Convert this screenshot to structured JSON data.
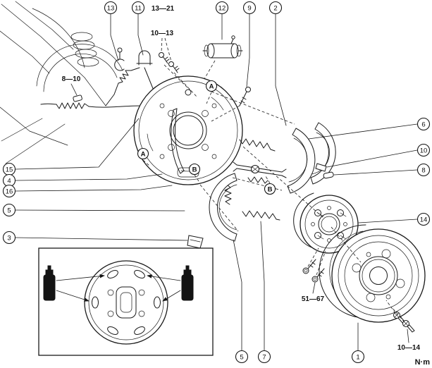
{
  "callouts": {
    "n13": "13",
    "n11": "11",
    "n12": "12",
    "n9": "9",
    "n2": "2",
    "n6": "6",
    "n10": "10",
    "n8": "8",
    "n14": "14",
    "n15": "15",
    "n4": "4",
    "n16": "16",
    "n5_left": "5",
    "n3": "3",
    "n5_bottom": "5",
    "n7": "7",
    "n1": "1"
  },
  "letters": {
    "a_top": "A",
    "a_left": "A",
    "b_center": "B",
    "b_right": "B"
  },
  "torques": {
    "link": "13—21",
    "wheel_cylinder": "10—13",
    "cable_clip": "8—10",
    "hub": "51—67",
    "drum_screw": "10—14"
  },
  "unit": "N·m"
}
